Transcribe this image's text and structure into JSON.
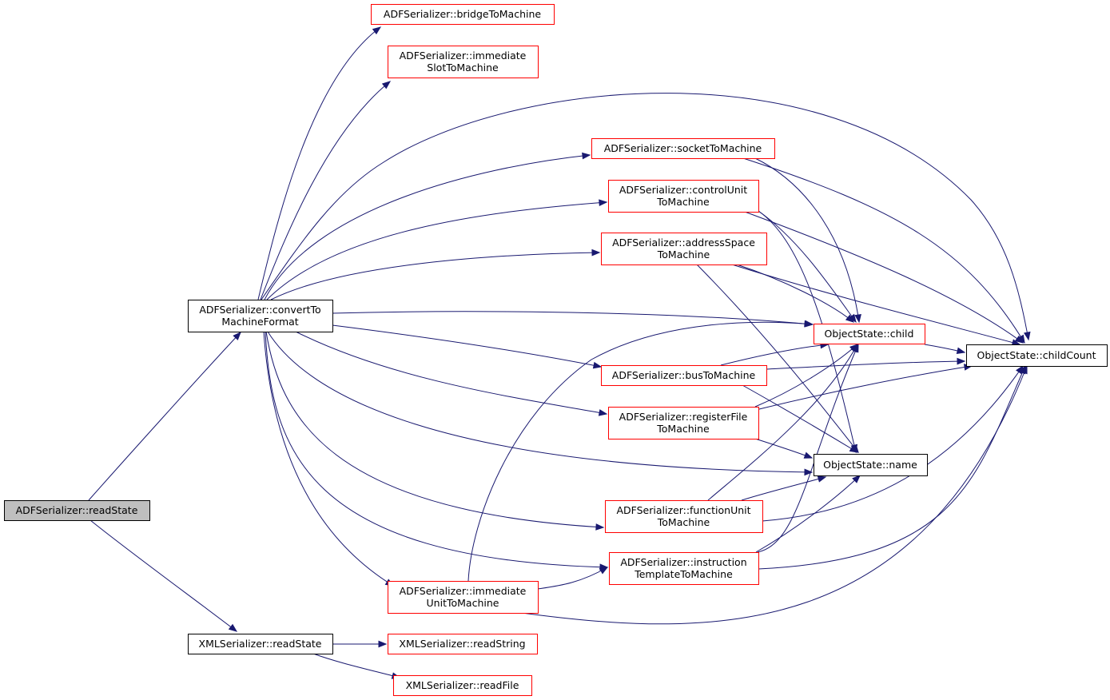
{
  "colors": {
    "edge": "#191970",
    "root_fill": "#bfbfbf",
    "root_border": "#000000",
    "normal_border": "#000000",
    "linked_border": "#ff0000",
    "box_fill": "#ffffff",
    "text": "#000000"
  },
  "nodes": [
    {
      "id": "readState",
      "lines": [
        "ADFSerializer::readState"
      ],
      "style": "root"
    },
    {
      "id": "convertTo",
      "lines": [
        "ADFSerializer::convertTo",
        "MachineFormat"
      ],
      "style": "normal"
    },
    {
      "id": "xmlReadState",
      "lines": [
        "XMLSerializer::readState"
      ],
      "style": "normal"
    },
    {
      "id": "bridge",
      "lines": [
        "ADFSerializer::bridgeToMachine"
      ],
      "style": "linked"
    },
    {
      "id": "immSlot",
      "lines": [
        "ADFSerializer::immediate",
        "SlotToMachine"
      ],
      "style": "linked"
    },
    {
      "id": "socket",
      "lines": [
        "ADFSerializer::socketToMachine"
      ],
      "style": "linked"
    },
    {
      "id": "controlUnit",
      "lines": [
        "ADFSerializer::controlUnit",
        "ToMachine"
      ],
      "style": "linked"
    },
    {
      "id": "addressSpace",
      "lines": [
        "ADFSerializer::addressSpace",
        "ToMachine"
      ],
      "style": "linked"
    },
    {
      "id": "bus",
      "lines": [
        "ADFSerializer::busToMachine"
      ],
      "style": "linked"
    },
    {
      "id": "registerFile",
      "lines": [
        "ADFSerializer::registerFile",
        "ToMachine"
      ],
      "style": "linked"
    },
    {
      "id": "functionUnit",
      "lines": [
        "ADFSerializer::functionUnit",
        "ToMachine"
      ],
      "style": "linked"
    },
    {
      "id": "instrTemplate",
      "lines": [
        "ADFSerializer::instruction",
        "TemplateToMachine"
      ],
      "style": "linked"
    },
    {
      "id": "immUnit",
      "lines": [
        "ADFSerializer::immediate",
        "UnitToMachine"
      ],
      "style": "linked"
    },
    {
      "id": "child",
      "lines": [
        "ObjectState::child"
      ],
      "style": "linked"
    },
    {
      "id": "childCount",
      "lines": [
        "ObjectState::childCount"
      ],
      "style": "normal"
    },
    {
      "id": "name",
      "lines": [
        "ObjectState::name"
      ],
      "style": "normal"
    },
    {
      "id": "readString",
      "lines": [
        "XMLSerializer::readString"
      ],
      "style": "linked"
    },
    {
      "id": "readFile",
      "lines": [
        "XMLSerializer::readFile"
      ],
      "style": "linked"
    }
  ],
  "edges": [
    {
      "from": "readState",
      "to": "convertTo"
    },
    {
      "from": "readState",
      "to": "xmlReadState"
    },
    {
      "from": "convertTo",
      "to": "bridge"
    },
    {
      "from": "convertTo",
      "to": "immSlot"
    },
    {
      "from": "convertTo",
      "to": "childCount"
    },
    {
      "from": "convertTo",
      "to": "socket"
    },
    {
      "from": "convertTo",
      "to": "controlUnit"
    },
    {
      "from": "convertTo",
      "to": "addressSpace"
    },
    {
      "from": "convertTo",
      "to": "child"
    },
    {
      "from": "convertTo",
      "to": "bus"
    },
    {
      "from": "convertTo",
      "to": "registerFile"
    },
    {
      "from": "convertTo",
      "to": "name"
    },
    {
      "from": "convertTo",
      "to": "functionUnit"
    },
    {
      "from": "convertTo",
      "to": "instrTemplate"
    },
    {
      "from": "convertTo",
      "to": "immUnit"
    },
    {
      "from": "socket",
      "to": "child"
    },
    {
      "from": "socket",
      "to": "childCount"
    },
    {
      "from": "controlUnit",
      "to": "child"
    },
    {
      "from": "controlUnit",
      "to": "childCount"
    },
    {
      "from": "controlUnit",
      "to": "name"
    },
    {
      "from": "addressSpace",
      "to": "child"
    },
    {
      "from": "addressSpace",
      "to": "childCount"
    },
    {
      "from": "addressSpace",
      "to": "name"
    },
    {
      "from": "child",
      "to": "childCount"
    },
    {
      "from": "bus",
      "to": "child"
    },
    {
      "from": "bus",
      "to": "childCount"
    },
    {
      "from": "bus",
      "to": "name"
    },
    {
      "from": "registerFile",
      "to": "child"
    },
    {
      "from": "registerFile",
      "to": "childCount"
    },
    {
      "from": "registerFile",
      "to": "name"
    },
    {
      "from": "functionUnit",
      "to": "child"
    },
    {
      "from": "functionUnit",
      "to": "name"
    },
    {
      "from": "functionUnit",
      "to": "childCount"
    },
    {
      "from": "instrTemplate",
      "to": "child"
    },
    {
      "from": "instrTemplate",
      "to": "name"
    },
    {
      "from": "instrTemplate",
      "to": "childCount"
    },
    {
      "from": "immUnit",
      "to": "child"
    },
    {
      "from": "immUnit",
      "to": "instrTemplate"
    },
    {
      "from": "immUnit",
      "to": "childCount"
    },
    {
      "from": "xmlReadState",
      "to": "readString"
    },
    {
      "from": "xmlReadState",
      "to": "readFile"
    }
  ]
}
